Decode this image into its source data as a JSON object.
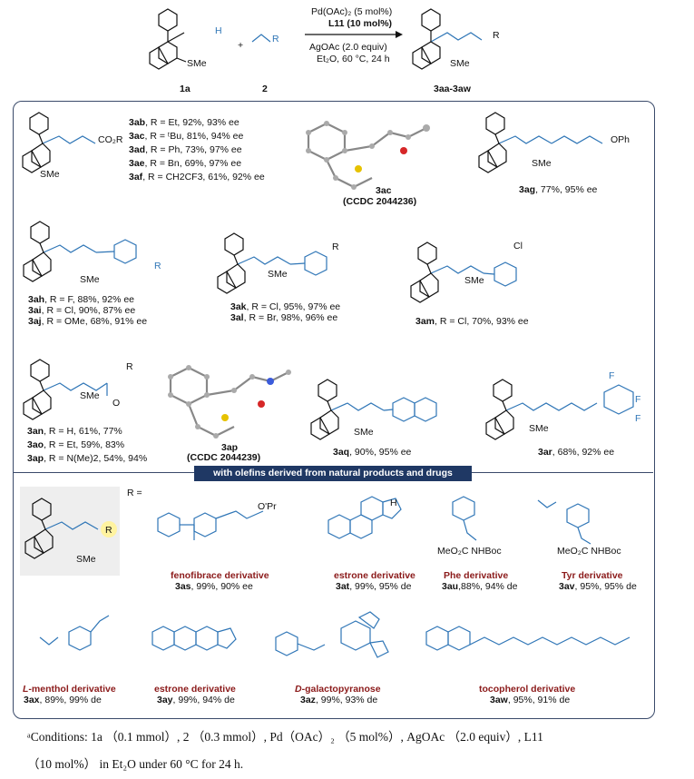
{
  "top_scheme": {
    "reagent1_id": "1a",
    "reagent2_id": "2",
    "product_range": "3aa-3aw",
    "plus": "+",
    "atom_h": "H",
    "atom_sme": "SMe",
    "atom_r": "R",
    "cond_1": "Pd(OAc)₂ (5 mol%)",
    "cond_2": "L11 (10 mol%)",
    "cond_3": "AgOAc (2.0 equiv)",
    "cond_4": "Et₂O, 60 °C, 24 h"
  },
  "panel1": {
    "group_a_labels": [
      {
        "id": "3ab",
        "text": ", R = Et, 92%, 93% ee"
      },
      {
        "id": "3ac",
        "text": ", R = ᵗBu, 81%, 94% ee"
      },
      {
        "id": "3ad",
        "text": ", R = Ph, 73%, 97% ee"
      },
      {
        "id": "3ae",
        "text": ", R = Bn, 69%, 97% ee"
      },
      {
        "id": "3af",
        "text": ", R = CH2CF3, 61%, 92% ee"
      }
    ],
    "group_a_co2r": "CO₂R",
    "xray_1_id": "3ac",
    "xray_1_ccdc": "(CCDC 2044236)",
    "g_3ag": {
      "id": "3ag",
      "text": ", 77%, 95% ee",
      "ophlabel": "OPh"
    },
    "group_b_labels": [
      {
        "id": "3ah",
        "text": ", R = F, 88%, 92% ee"
      },
      {
        "id": "3ai",
        "text": ", R = Cl, 90%, 87% ee"
      },
      {
        "id": "3aj",
        "text": ", R = OMe, 68%, 91% ee"
      }
    ],
    "group_c_labels": [
      {
        "id": "3ak",
        "text": ", R = Cl, 95%, 97% ee"
      },
      {
        "id": "3al",
        "text": ", R = Br, 98%, 96% ee"
      }
    ],
    "g_3am": {
      "id": "3am",
      "text": ", R = Cl, 70%, 93% ee",
      "cl": "Cl"
    },
    "group_d_labels": [
      {
        "id": "3an",
        "text": ", R = H, 61%, 77%"
      },
      {
        "id": "3ao",
        "text": ", R = Et, 59%, 83%"
      },
      {
        "id": "3ap",
        "text": ", R = N(Me)2, 54%, 94%"
      }
    ],
    "xray_2_id": "3ap",
    "xray_2_ccdc": "(CCDC 2044239)",
    "g_3aq": {
      "id": "3aq",
      "text": ", 90%, 95% ee"
    },
    "g_3ar": {
      "id": "3ar",
      "text": ", 68%, 92% ee"
    },
    "o_label": "O",
    "f_label": "F"
  },
  "banner": "with olefins derived from natural products and drugs",
  "panel2": {
    "r_eq": "R =",
    "items": [
      {
        "name": "fenofibrace derivative",
        "id": "3as",
        "text": ", 99%, 90% ee",
        "extra": "O'Pr"
      },
      {
        "name": "estrone derivative",
        "id": "3at",
        "text": ", 99%, 95% de",
        "extra": "H"
      },
      {
        "name": "Phe derivative",
        "id": "3au",
        "text": ",88%, 94% de",
        "extra": "MeO₂C     NHBoc"
      },
      {
        "name": "Tyr derivative",
        "id": "3av",
        "text": ", 95%, 95% de",
        "extra": "MeO₂C     NHBoc"
      },
      {
        "name_italic": "L",
        "name": "-menthol derivative",
        "id": "3ax",
        "text": ", 89%, 99% de"
      },
      {
        "name": "estrone derivative",
        "id": "3ay",
        "text": ", 99%, 94% de"
      },
      {
        "name_italic": "D",
        "name": "-galactopyranose",
        "id": "3az",
        "text": ", 99%, 93% de"
      },
      {
        "name": "tocopherol derivative",
        "id": "3aw",
        "text": ", 95%, 91% de"
      }
    ]
  },
  "footnote": {
    "line1": "ᵃConditions: 1a （0.1 mmol）, 2 （0.3 mmol）, Pd（OAc）₂ （5 mol%）, AgOAc （2.0 equiv）, L11",
    "line2": "（10 mol%） in Et₂O under 60 °C for 24 h."
  }
}
